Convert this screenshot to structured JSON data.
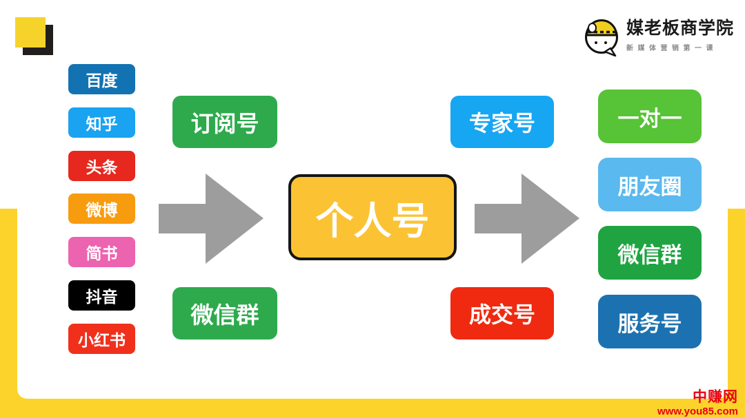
{
  "slide": {
    "background": "#ffffff",
    "frame_color": "#fcd32b"
  },
  "decoration": {
    "yellow_square_color": "#f5d32b",
    "black_square_color": "#221e1b"
  },
  "logo": {
    "name": "媒老板商学院",
    "tagline": "新媒体营销第一课",
    "icon": "helmet-chat-face-icon",
    "helmet_color": "#f2cf1e",
    "text_color": "#1b1b1b",
    "tagline_color": "#8a8a8a"
  },
  "diagram": {
    "arrow_color": "#9d9d9d",
    "left_platforms": [
      {
        "label": "百度",
        "color": "#1373b2"
      },
      {
        "label": "知乎",
        "color": "#19a3f1"
      },
      {
        "label": "头条",
        "color": "#e6281e"
      },
      {
        "label": "微博",
        "color": "#f79c0e"
      },
      {
        "label": "简书",
        "color": "#ec63b0"
      },
      {
        "label": "抖音",
        "color": "#000000"
      },
      {
        "label": "小红书",
        "color": "#f1301c"
      }
    ],
    "capture_channels": [
      {
        "label": "订阅号",
        "color": "#2eaa4d"
      },
      {
        "label": "微信群",
        "color": "#2eaa4d"
      }
    ],
    "center_node": {
      "label": "个人号",
      "fill": "#fbc334",
      "border": "#151515"
    },
    "conversion_channels": [
      {
        "label": "专家号",
        "color": "#16a6f2"
      },
      {
        "label": "成交号",
        "color": "#ef2a10"
      }
    ],
    "service_channels": [
      {
        "label": "一对一",
        "color": "#57c336"
      },
      {
        "label": "朋友圈",
        "color": "#5ab9ee"
      },
      {
        "label": "微信群",
        "color": "#1fa441"
      },
      {
        "label": "服务号",
        "color": "#1c72b0"
      }
    ]
  },
  "watermark": {
    "site_name": "中赚网",
    "site_url": "www.you85.com",
    "color": "#e8000f"
  }
}
